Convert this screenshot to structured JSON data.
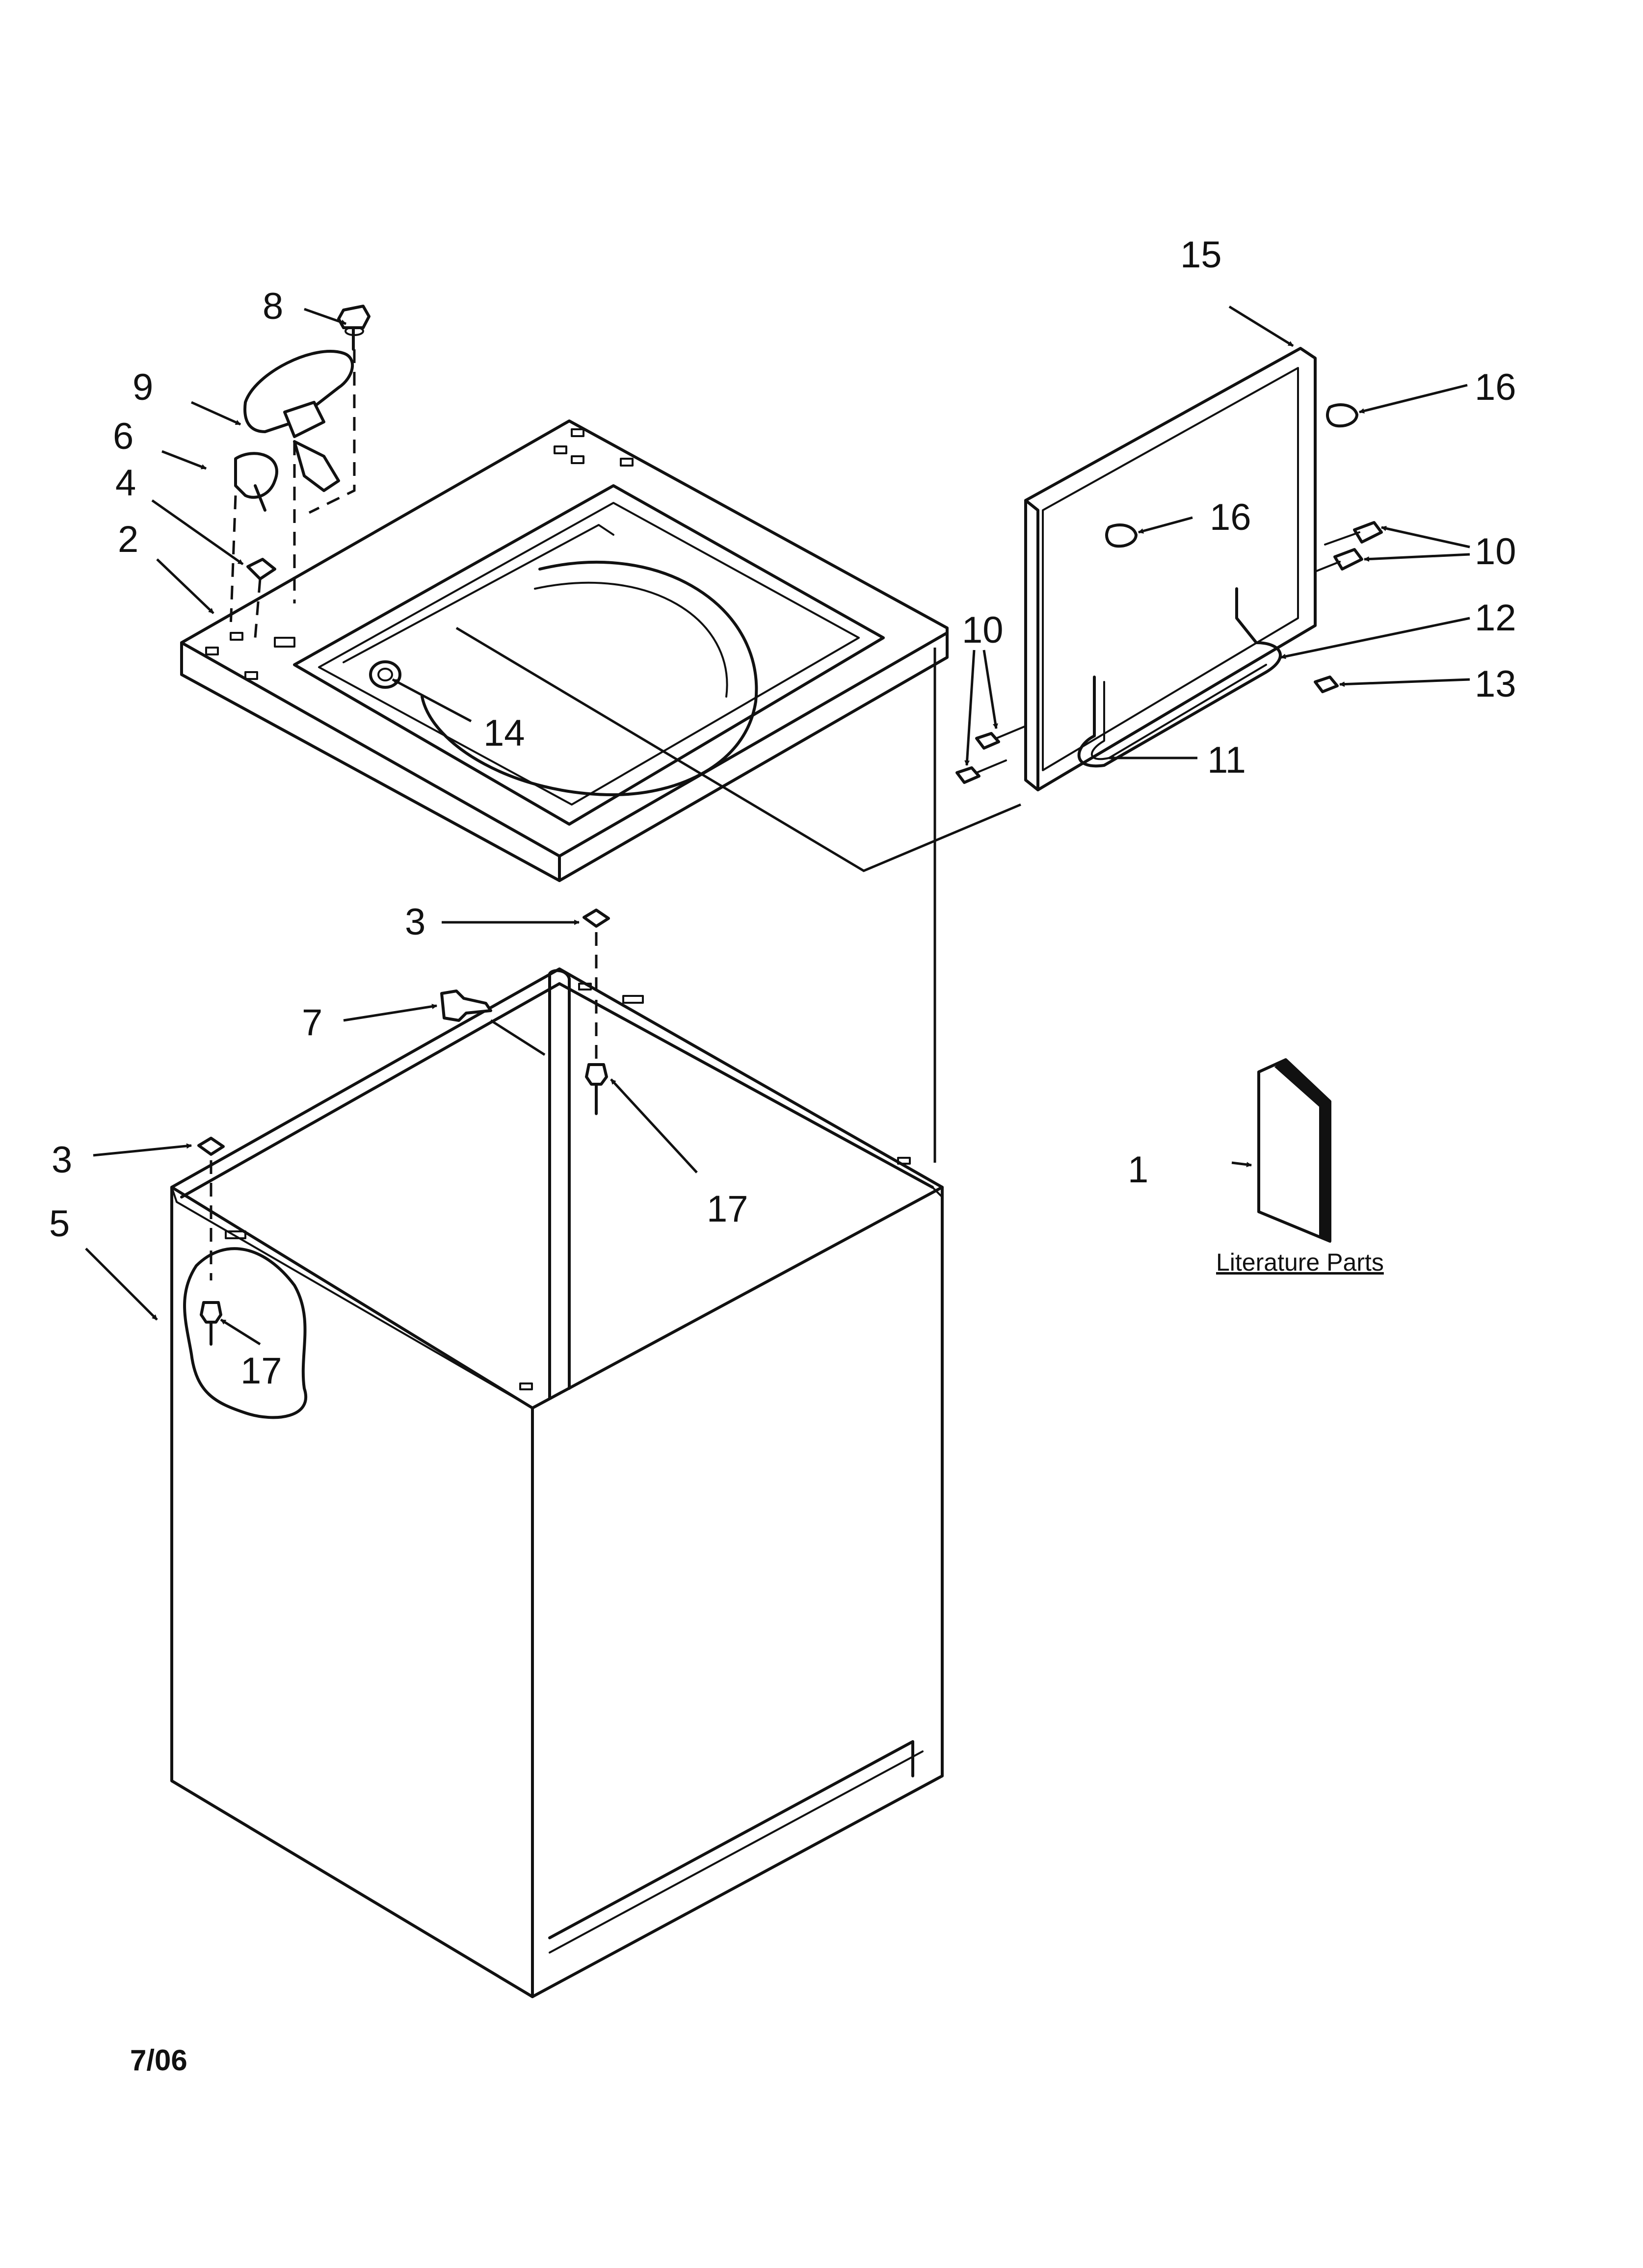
{
  "callouts": [
    "1",
    "2",
    "3",
    "3",
    "4",
    "5",
    "6",
    "7",
    "8",
    "9",
    "10",
    "10",
    "11",
    "12",
    "13",
    "14",
    "15",
    "16",
    "16",
    "17",
    "17"
  ],
  "literature_caption": "Literature Parts",
  "date_code": "7/06",
  "colors": {
    "ink": "#111111",
    "paper": "#ffffff"
  }
}
